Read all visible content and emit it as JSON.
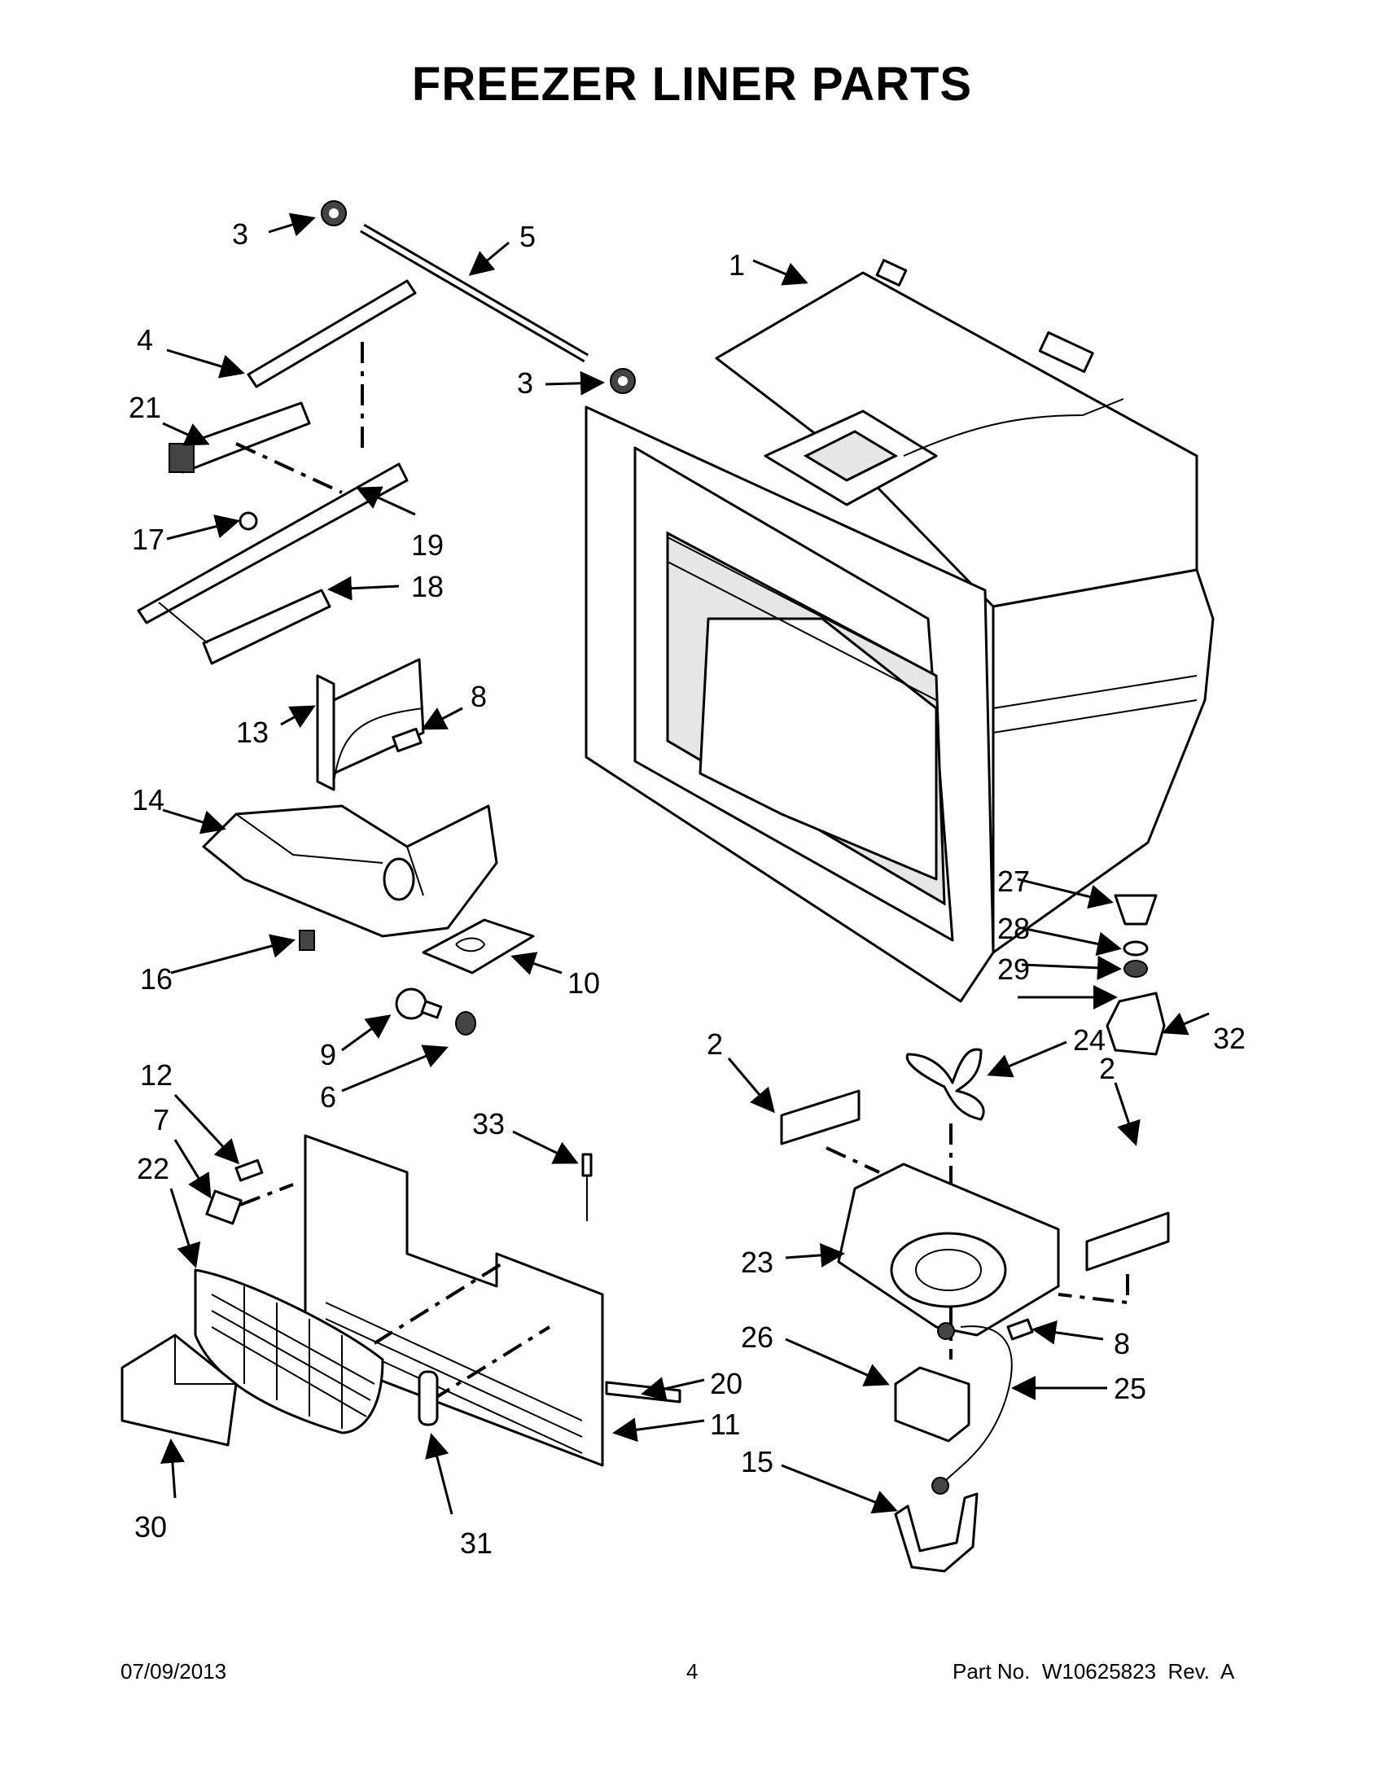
{
  "title": "FREEZER LINER PARTS",
  "callouts": {
    "p1": "1",
    "p2a": "2",
    "p2b": "2",
    "p3a": "3",
    "p3b": "3",
    "p4": "4",
    "p5": "5",
    "p6": "6",
    "p7": "7",
    "p8a": "8",
    "p8b": "8",
    "p9": "9",
    "p10": "10",
    "p11": "11",
    "p12": "12",
    "p13": "13",
    "p14": "14",
    "p15": "15",
    "p16": "16",
    "p17": "17",
    "p18": "18",
    "p19": "19",
    "p20": "20",
    "p21": "21",
    "p22": "22",
    "p23": "23",
    "p24": "24",
    "p25": "25",
    "p26": "26",
    "p27": "27",
    "p28": "28",
    "p29": "29",
    "p30": "30",
    "p31": "31",
    "p32": "32",
    "p33": "33"
  },
  "footer": {
    "date": "07/09/2013",
    "page": "4",
    "part_no": "Part No.  W10625823  Rev.  A"
  }
}
